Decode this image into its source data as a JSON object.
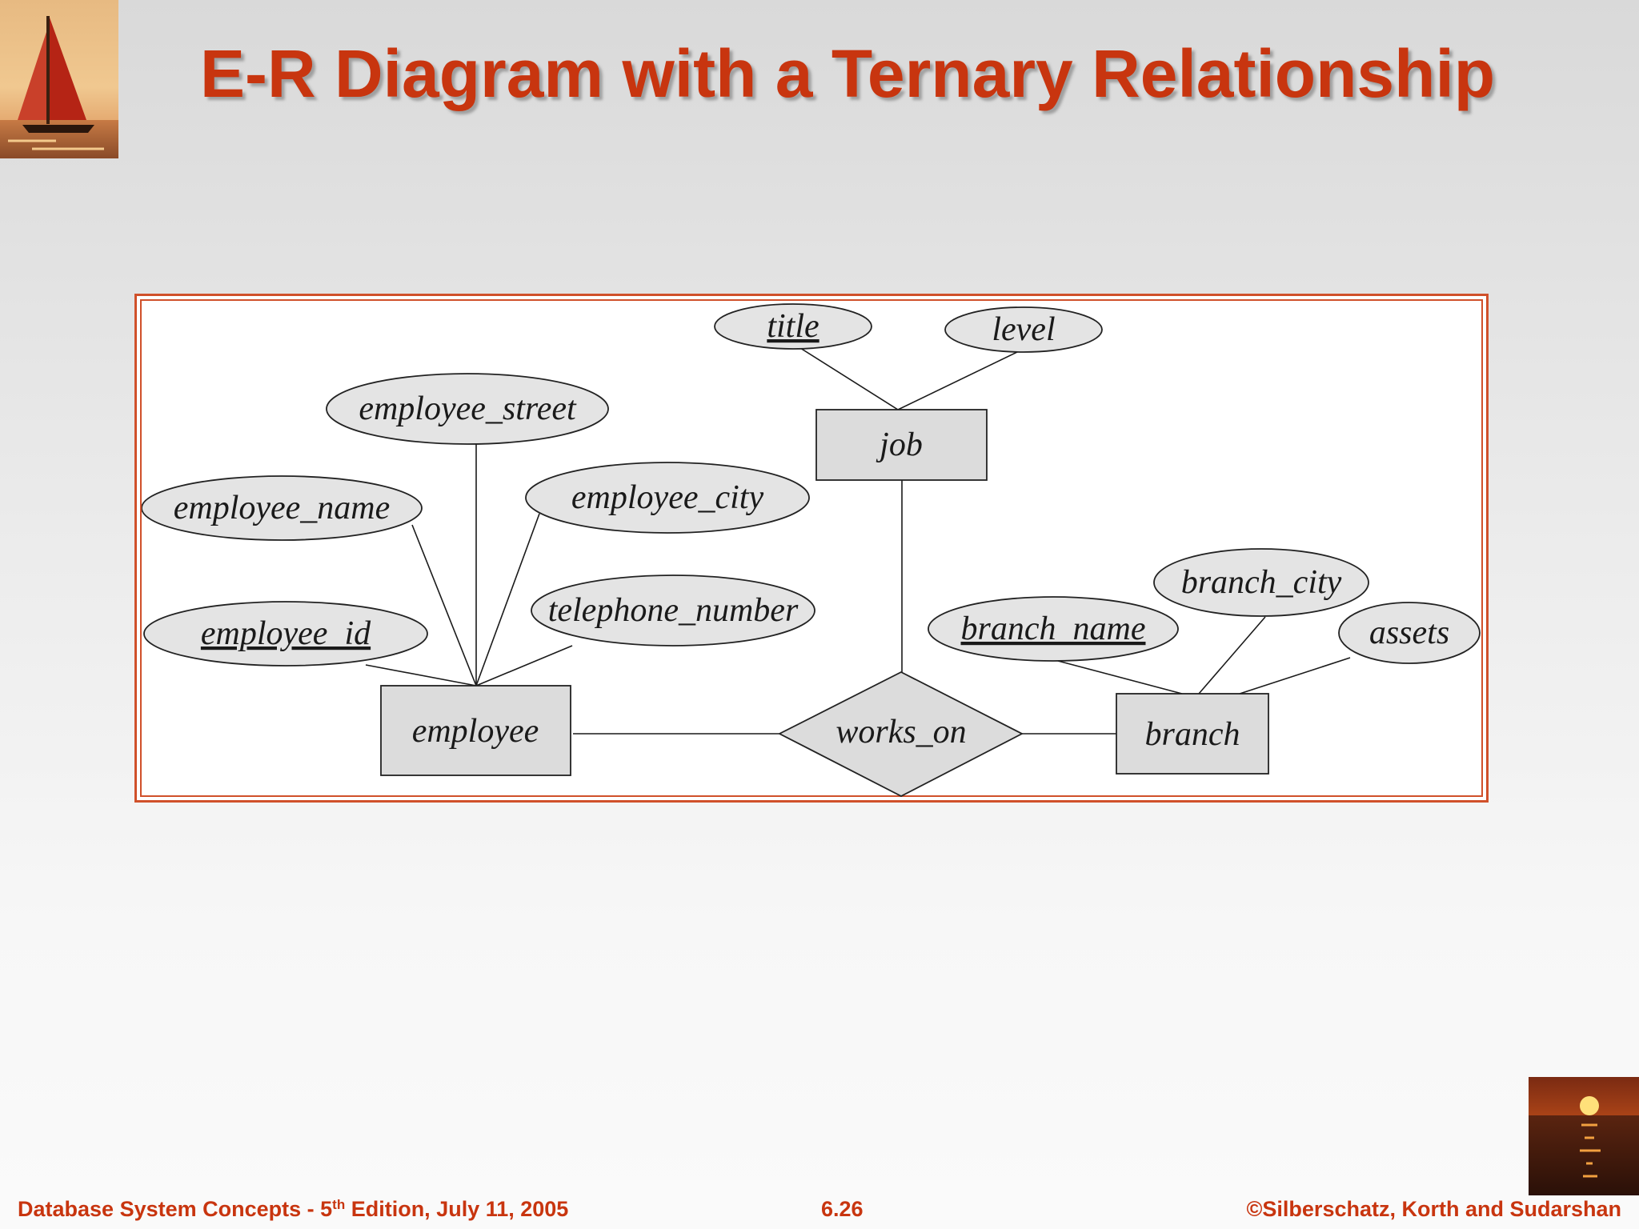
{
  "slide": {
    "title": "E-R Diagram with a Ternary Relationship"
  },
  "diagram": {
    "entities": [
      {
        "id": "employee",
        "label": "employee"
      },
      {
        "id": "job",
        "label": "job"
      },
      {
        "id": "branch",
        "label": "branch"
      }
    ],
    "relationship": {
      "id": "works_on",
      "label": "works_on",
      "connects": [
        "employee",
        "job",
        "branch"
      ]
    },
    "attributes": [
      {
        "label": "title",
        "of": "job",
        "key": true
      },
      {
        "label": "level",
        "of": "job",
        "key": false
      },
      {
        "label": "employee_street",
        "of": "employee",
        "key": false
      },
      {
        "label": "employee_name",
        "of": "employee",
        "key": false
      },
      {
        "label": "employee_city",
        "of": "employee",
        "key": false
      },
      {
        "label": "telephone_number",
        "of": "employee",
        "key": false
      },
      {
        "label": "employee_id",
        "of": "employee",
        "key": true
      },
      {
        "label": "branch_city",
        "of": "branch",
        "key": false
      },
      {
        "label": "branch_name",
        "of": "branch",
        "key": true
      },
      {
        "label": "assets",
        "of": "branch",
        "key": false
      }
    ]
  },
  "footer": {
    "book": "Database System Concepts - 5",
    "edition_sup": "th",
    "edition_rest": " Edition, July 11, 2005",
    "page": "6.26",
    "copyright": "©Silberschatz, Korth and Sudarshan"
  },
  "colors": {
    "title": "#c8350f",
    "frame_border": "#d0502a",
    "shape_fill": "#dcdcdc",
    "ellipse_fill": "#e4e4e4"
  },
  "icons": {
    "top_left": "sailboat-sunset-logo",
    "bottom_right": "sunset-over-water-logo"
  }
}
